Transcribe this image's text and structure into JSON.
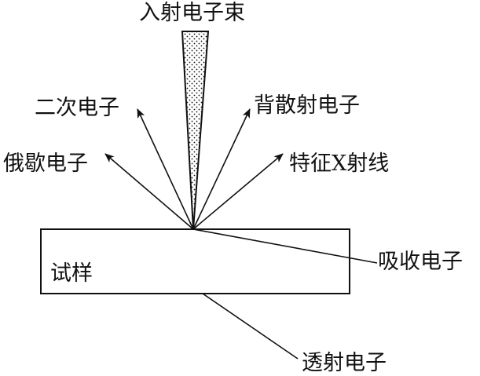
{
  "labels": {
    "incident_beam": "入射电子束",
    "secondary_electrons": "二次电子",
    "backscattered_electrons": "背散射电子",
    "auger_electrons": "俄歇电子",
    "characteristic_xray": "特征X射线",
    "specimen": "试样",
    "absorbed_electrons": "吸收电子",
    "transmitted_electrons": "透射电子"
  },
  "colors": {
    "line": "#111111",
    "background": "#ffffff"
  }
}
